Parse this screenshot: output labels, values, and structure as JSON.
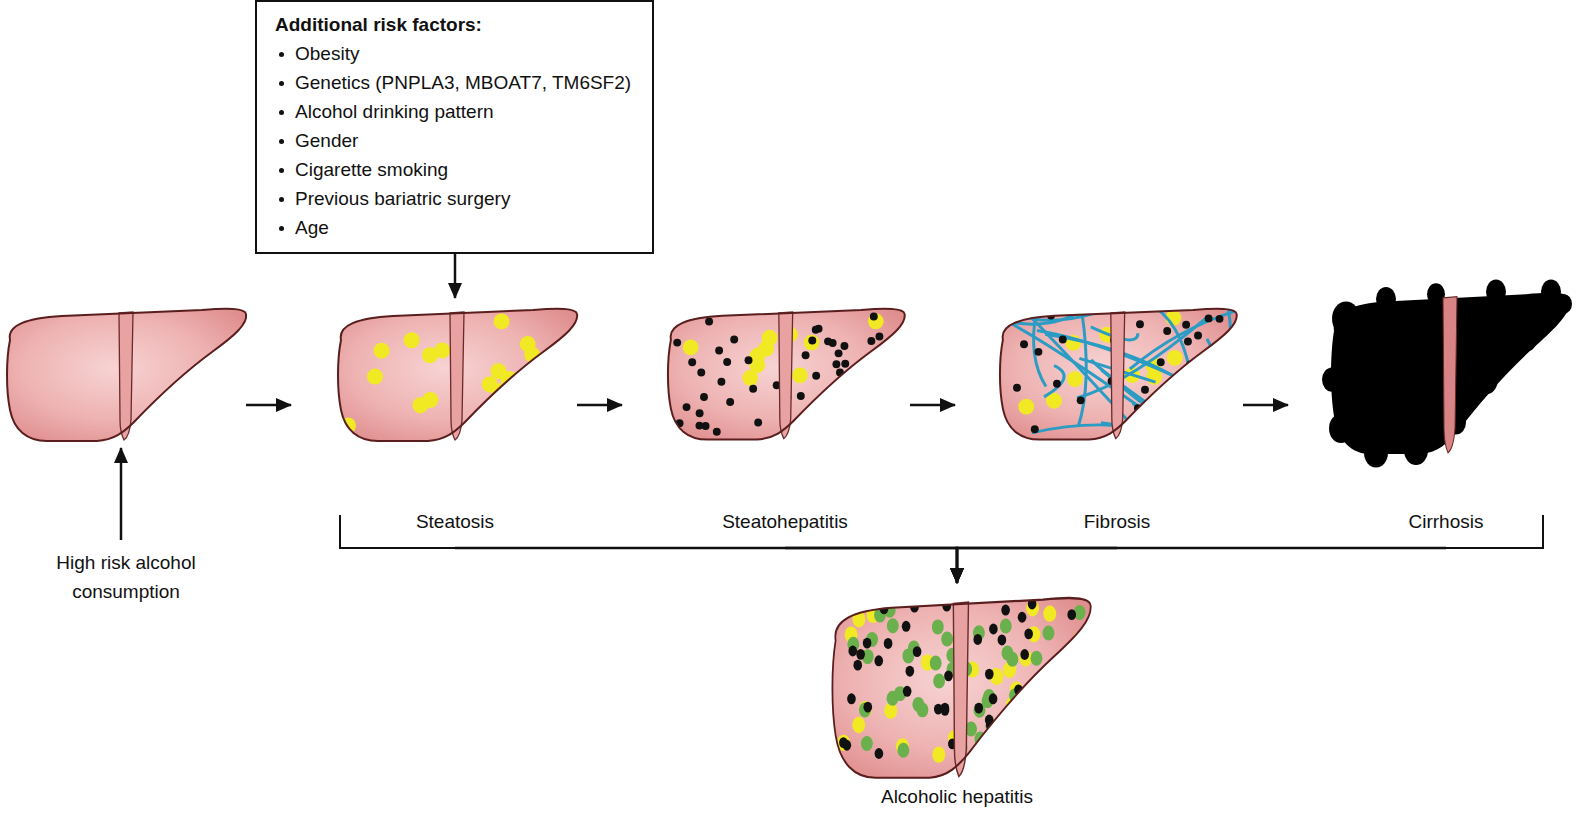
{
  "diagram": {
    "nodes": [
      {
        "text": [
          "Additional risk factors:",
          "Obesity",
          "Genetics (PNPLA3, MBOAT7, TM6SF2)",
          "Alcohol drinking pattern",
          "Gender",
          "Cigarette smoking",
          "Previous bariatric surgery",
          "Age"
        ]
      },
      {
        "text": [
          "Steatosis"
        ]
      },
      {
        "text": [
          "Steatohepatitis"
        ]
      },
      {
        "text": [
          "Fibrosis"
        ]
      },
      {
        "text": [
          "Cirrhosis"
        ]
      },
      {
        "text": [
          "Alcoholic hepatitis"
        ]
      }
    ],
    "edges": [
      {
        "from": 0,
        "to": 1,
        "arrow": "to"
      },
      {
        "from": 1,
        "to": 2,
        "arrow": "to"
      },
      {
        "from": 2,
        "to": 3,
        "arrow": "to"
      },
      {
        "from": 3,
        "to": 4,
        "arrow": "to"
      },
      {
        "from": 1,
        "to": 5,
        "arrow": "to"
      },
      {
        "from": 2,
        "to": 5,
        "arrow": "to"
      },
      {
        "from": 3,
        "to": 5,
        "arrow": "to"
      },
      {
        "from": 4,
        "to": 5,
        "arrow": "to"
      }
    ],
    "labels": [
      "High risk alcohol consumption"
    ]
  }
}
